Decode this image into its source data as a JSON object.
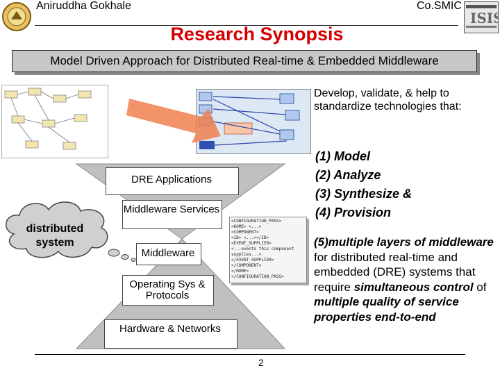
{
  "header": {
    "author": "Aniruddha Gokhale",
    "org": "Co.SMIC"
  },
  "title": "Research Synopsis",
  "subtitle": "Model Driven Approach for Distributed Real-time & Embedded Middleware",
  "intro": "Develop, validate, & help to standardize technologies that:",
  "steps": [
    "(1) Model",
    "(2) Analyze",
    "(3) Synthesize &",
    "(4) Provision"
  ],
  "description": {
    "num": "(5)",
    "part1": "multiple layers of middleware",
    "part2": " for distributed real-time and embedded (DRE) systems that require ",
    "part3": "simultaneous control",
    "part4": " of ",
    "part5": "multiple quality of service properties end-to-end"
  },
  "stack": {
    "dre_apps": "DRE Applications",
    "mw_services": "Middleware Services",
    "middleware": "Middleware",
    "os": "Operating Sys & Protocols",
    "hw": "Hardware & Networks"
  },
  "cloud_label": "distributed system",
  "xml_lines": [
    "<CONFIGURATION_PASS>",
    "<HOME>      <...>",
    "<COMPONENT>",
    "<ID> <...></ID>",
    "<EVENT_SUPPLIER>",
    "<...events this component",
    "supplies...>",
    "</EVENT_SUPPLIER>",
    "</COMPONENT>",
    "</HOME>",
    "</CONFIGURATION_PASS>"
  ],
  "page_number": "2",
  "colors": {
    "title": "#d40000",
    "arrow": "#f08050",
    "hourglass": "#c0c0c0"
  }
}
